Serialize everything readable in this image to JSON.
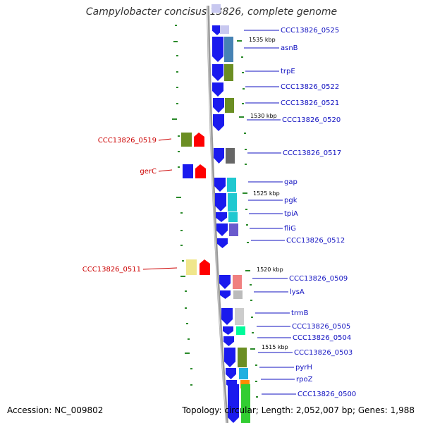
{
  "title": "Campylobacter concisus 13826, complete genome",
  "footer": {
    "accession": "Accession: NC_009802",
    "summary": "Topology: circular; Length: 2,052,007 bp; Genes: 1,988"
  },
  "colors": {
    "forward_label": "#1010c0",
    "reverse_label": "#cc0000",
    "backbone": "#999999",
    "tick": "#2a8a2a"
  },
  "kbp_labels": [
    "1535 kbp",
    "1530 kbp",
    "1525 kbp",
    "1520 kbp",
    "1515 kbp"
  ],
  "forward_genes": [
    {
      "name": "CCC13826_0525",
      "cds": "#1a1aee",
      "band": "#c8c8f0"
    },
    {
      "name": "asnB",
      "cds": "#1a1aee",
      "band": "#4682b4"
    },
    {
      "name": "trpE",
      "cds": "#1a1aee",
      "band": "#6b8e23"
    },
    {
      "name": "CCC13826_0522",
      "cds": "#1a1aee",
      "band": null
    },
    {
      "name": "CCC13826_0521",
      "cds": "#1a1aee",
      "band": "#6b8e23"
    },
    {
      "name": "CCC13826_0520",
      "cds": "#1a1aee",
      "band": null
    },
    {
      "name": "CCC13826_0517",
      "cds": "#1a1aee",
      "band": "#666666"
    },
    {
      "name": "gap",
      "cds": "#1a1aee",
      "band": "#20c8d0"
    },
    {
      "name": "pgk",
      "cds": "#1a1aee",
      "band": "#20c8d0"
    },
    {
      "name": "tpiA",
      "cds": "#1a1aee",
      "band": "#20c8d0"
    },
    {
      "name": "fliG",
      "cds": "#1a1aee",
      "band": "#6a5acd"
    },
    {
      "name": "CCC13826_0512",
      "cds": "#1a1aee",
      "band": null
    },
    {
      "name": "CCC13826_0509",
      "cds": "#1a1aee",
      "band": "#f08080"
    },
    {
      "name": "lysA",
      "cds": "#1a1aee",
      "band": "#bbbbbb"
    },
    {
      "name": "trmB",
      "cds": "#1a1aee",
      "band": "#cccccc"
    },
    {
      "name": "CCC13826_0505",
      "cds": "#1a1aee",
      "band": "#00fa9a"
    },
    {
      "name": "CCC13826_0504",
      "cds": "#1a1aee",
      "band": null
    },
    {
      "name": "CCC13826_0503",
      "cds": "#1a1aee",
      "band": "#6b8e23"
    },
    {
      "name": "pyrH",
      "cds": "#1a1aee",
      "band": "#20b0e0"
    },
    {
      "name": "rpoZ",
      "cds": "#1a1aee",
      "band": "#ff8c00"
    },
    {
      "name": "CCC13826_0500",
      "cds": "#1a1aee",
      "band": "#32cd32"
    }
  ],
  "reverse_genes": [
    {
      "name": "CCC13826_0519",
      "band": "#6b8e23",
      "cds": "#ff0000"
    },
    {
      "name": "gerC",
      "band": "#1a1aee",
      "cds": "#ff0000"
    },
    {
      "name": "CCC13826_0511",
      "band": "#f0e68c",
      "cds": "#ff0000"
    }
  ]
}
